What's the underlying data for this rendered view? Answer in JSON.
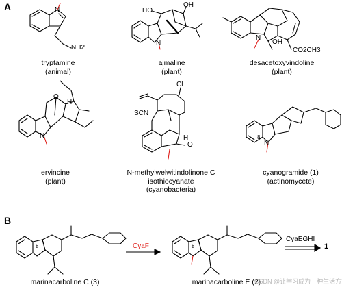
{
  "panels": {
    "a": "A",
    "b": "B"
  },
  "compounds": [
    {
      "name": "tryptamine",
      "source": "(animal)"
    },
    {
      "name": "ajmaline",
      "source": "(plant)"
    },
    {
      "name": "desacetoxyvindoline",
      "source": "(plant)"
    },
    {
      "name": "ervincine",
      "source": "(plant)"
    },
    {
      "name_line1": "N-methylwelwitindolinone C",
      "name_line2": "isothiocyanate",
      "source": "(cyanobacteria)"
    },
    {
      "name": "cyanogramide (1)",
      "source": "(actinomycete)"
    }
  ],
  "pathway": {
    "start": "marinacarboline C (3)",
    "intermediate": "marinacarboline E (2)",
    "enzyme1": "CyaF",
    "enzyme2": "CyaEGHI",
    "product": "1",
    "enzyme1_color": "#e0201b"
  },
  "atom_labels": {
    "nh2": "NH2",
    "n": "N",
    "h": "H",
    "ho": "HO",
    "oh": "OH",
    "o": "O",
    "co2ch3": "CO2CH3",
    "cl": "Cl",
    "scn": "SCN",
    "eight": "8"
  },
  "watermark": "CSDN @让学习成为一种生活方式"
}
